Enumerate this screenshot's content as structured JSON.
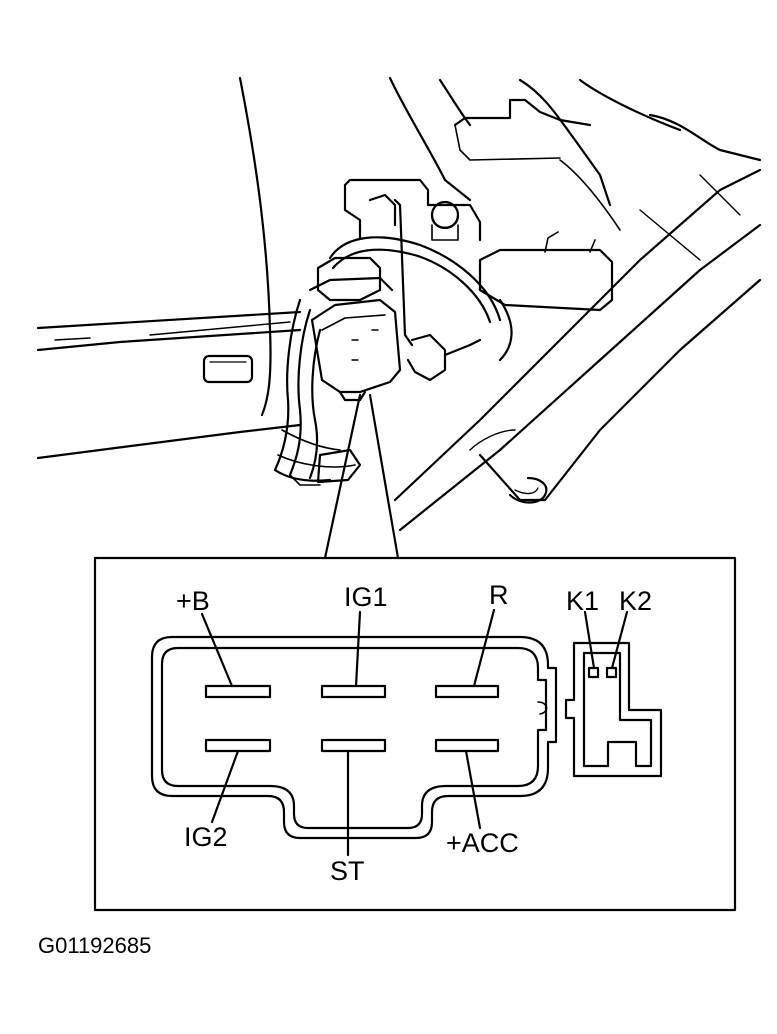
{
  "colors": {
    "ink": "#000000",
    "background": "#ffffff"
  },
  "connector": {
    "terminals": {
      "b_plus": "+B",
      "ig1": "IG1",
      "r": "R",
      "ig2": "IG2",
      "st": "ST",
      "acc_plus": "+ACC",
      "k1": "K1",
      "k2": "K2"
    }
  },
  "figure_id": "G01192685"
}
